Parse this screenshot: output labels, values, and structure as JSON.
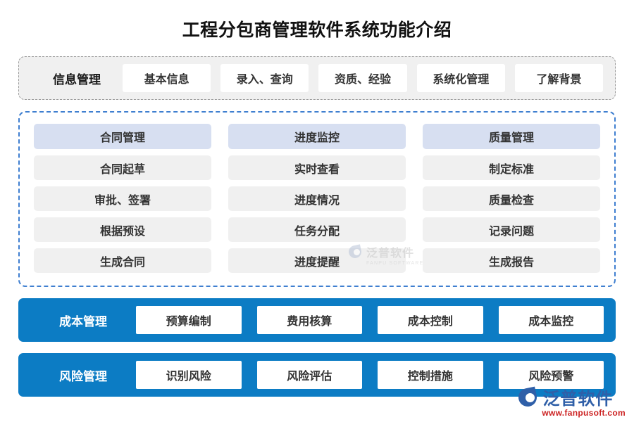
{
  "page": {
    "title": "工程分包商管理软件系统功能介绍",
    "background_color": "#ffffff"
  },
  "colors": {
    "accent_blue": "#0c7cc4",
    "dashed_blue": "#3f7fd0",
    "header_chip": "#d7dff1",
    "cell_gray": "#f0f0f0",
    "dashed_gray": "#9a9a9a",
    "text_dark": "#333333",
    "watermark_blue": "#2f5fa8",
    "watermark_red": "#cc2222"
  },
  "info_row": {
    "label": "信息管理",
    "chips": [
      "基本信息",
      "录入、查询",
      "资质、经验",
      "系统化管理",
      "了解背景"
    ]
  },
  "grid_panel": {
    "columns": [
      {
        "header": "合同管理",
        "items": [
          "合同起草",
          "审批、签署",
          "根据预设",
          "生成合同"
        ]
      },
      {
        "header": "进度监控",
        "items": [
          "实时查看",
          "进度情况",
          "任务分配",
          "进度提醒"
        ]
      },
      {
        "header": "质量管理",
        "items": [
          "制定标准",
          "质量检查",
          "记录问题",
          "生成报告"
        ]
      }
    ]
  },
  "blue_bars": [
    {
      "label": "成本管理",
      "chips": [
        "预算编制",
        "费用核算",
        "成本控制",
        "成本监控"
      ]
    },
    {
      "label": "风险管理",
      "chips": [
        "识别风险",
        "风险评估",
        "控制措施",
        "风险预警"
      ]
    }
  ],
  "watermarks": {
    "center": {
      "cn": "泛普软件",
      "en": "FANPU SOFTWARE"
    },
    "bottom_right": {
      "cn": "泛普软件",
      "url": "www.fanpusoft.com"
    }
  }
}
